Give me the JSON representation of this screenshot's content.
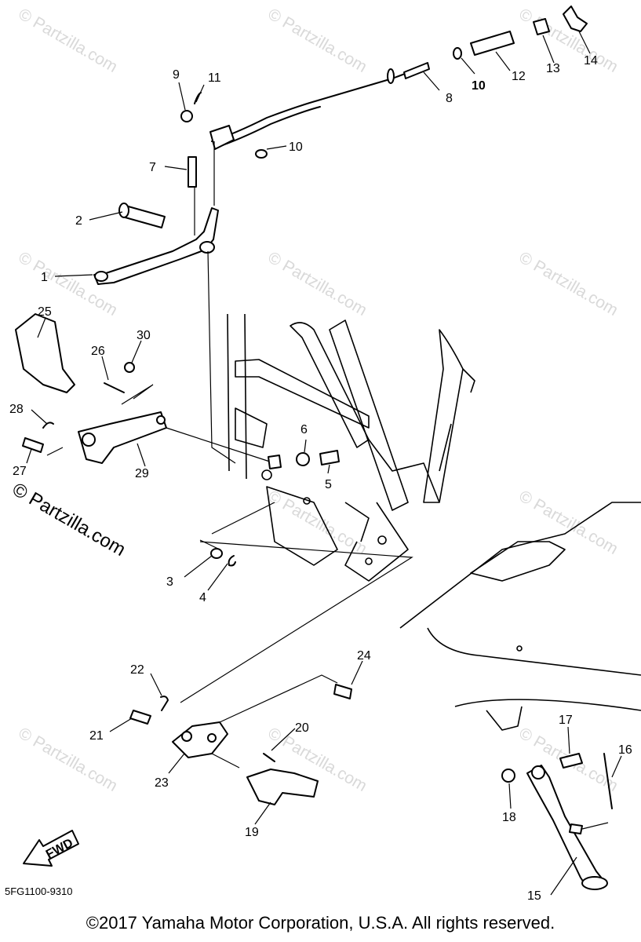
{
  "watermark": "© Partzilla.com",
  "diagram_code": "5FG1100-9310",
  "fwd_label": "FWD",
  "copyright": "©2017  Yamaha Motor Corporation, U.S.A. All rights reserved.",
  "callouts": {
    "c1": "1",
    "c2": "2",
    "c3": "3",
    "c4": "4",
    "c5": "5",
    "c6": "6",
    "c7": "7",
    "c8": "8",
    "c9": "9",
    "c10a": "10",
    "c10b": "10",
    "c11": "11",
    "c12": "12",
    "c13": "13",
    "c14": "14",
    "c15": "15",
    "c16": "16",
    "c17": "17",
    "c18": "18",
    "c19": "19",
    "c20": "20",
    "c21": "21",
    "c22": "22",
    "c23": "23",
    "c24": "24",
    "c25": "25",
    "c26": "26",
    "c27": "27",
    "c28": "28",
    "c29": "29",
    "c30": "30"
  }
}
